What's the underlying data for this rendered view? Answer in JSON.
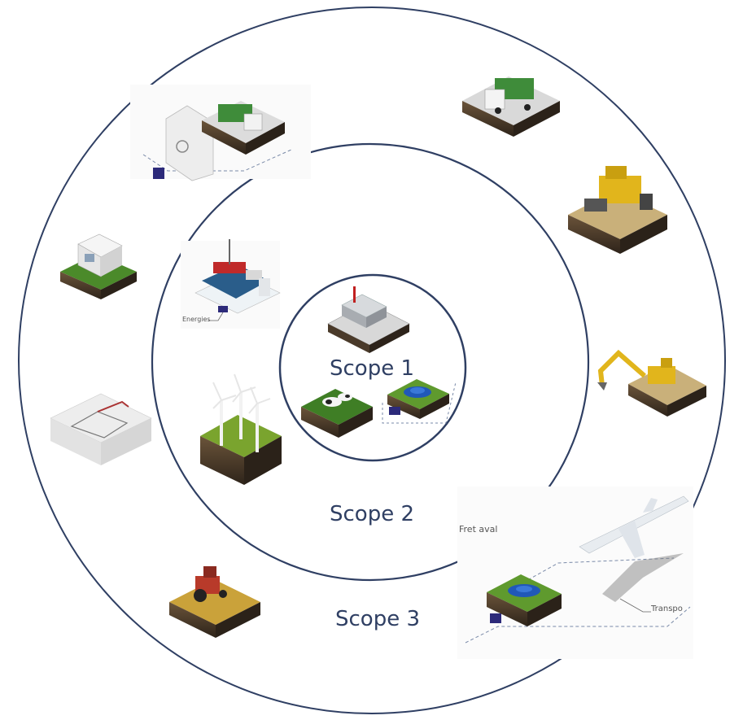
{
  "labels": {
    "scope1": "Scope 1",
    "scope2": "Scope 2",
    "scope3": "Scope 3",
    "fret_aval": "Fret aval",
    "transport": "Transpo",
    "energies": "Energies"
  },
  "colors": {
    "ring": "#2f3f63",
    "soil": "#5a4632",
    "grass": "#5a8a2a",
    "slab": "#c9b07a",
    "truck_green": "#3f8c3a",
    "yellow_machine": "#e1b51c",
    "car_blue": "#2058b8",
    "tractor_red": "#b83a2a"
  },
  "icons": [
    "factory-tile-icon",
    "cows-field-tile-icon",
    "car-tile-icon",
    "offshore-platform-icon",
    "wind-turbines-tile-icon",
    "garbage-truck-outlet-icon",
    "garbage-truck-tile-icon",
    "bulldozer-tile-icon",
    "house-tile-icon",
    "excavator-tile-icon",
    "shopping-cart-icon",
    "tractor-tile-icon",
    "airplane-freight-icon"
  ]
}
